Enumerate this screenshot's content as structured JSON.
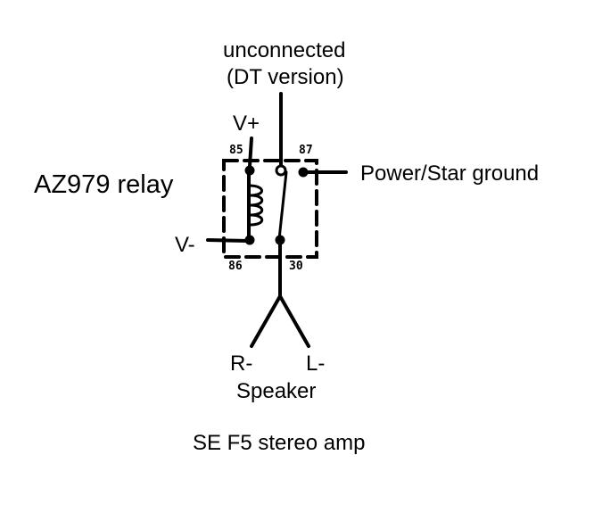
{
  "diagram": {
    "top_label_line1": "unconnected",
    "top_label_line2": "(DT version)",
    "vplus_label": "V+",
    "vminus_label": "V-",
    "relay_title": "AZ979 relay",
    "power_label": "Power/Star ground",
    "pins": {
      "p85": "85",
      "p87": "87",
      "p86": "86",
      "p30": "30"
    },
    "speaker_neg_r": "R-",
    "speaker_neg_l": "L-",
    "speaker_label": "Speaker",
    "amp_label": "SE F5 stereo amp"
  },
  "colors": {
    "ink": "#000000",
    "background": "#ffffff"
  }
}
